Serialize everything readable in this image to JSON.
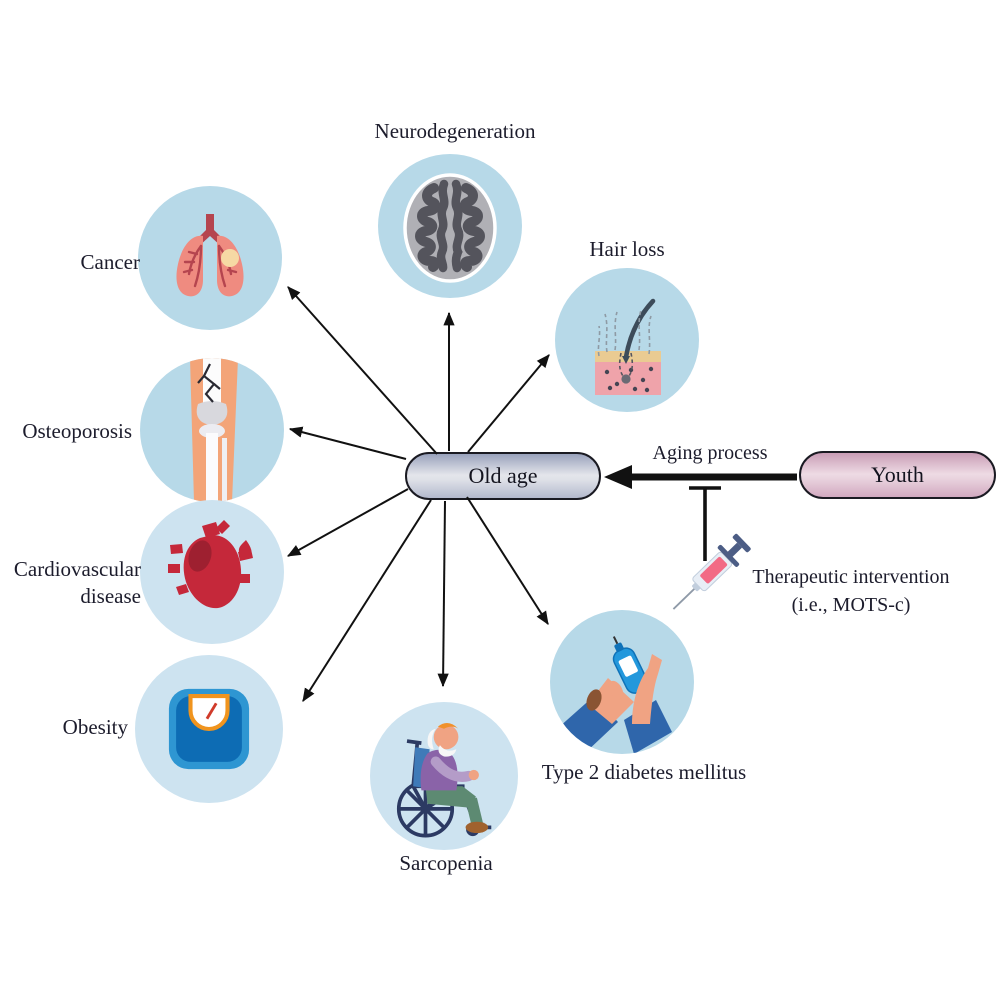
{
  "figure": {
    "type": "aging-concept-diagram",
    "center_node": {
      "label": "Old age"
    },
    "source_node": {
      "label": "Youth"
    },
    "process_label": "Aging process",
    "intervention": {
      "line1": "Therapeutic intervention",
      "line2": "(i.e., MOTS-c)"
    },
    "conditions": [
      {
        "label": "Cancer",
        "icon": "lungs-icon"
      },
      {
        "label": "Neurodegeneration",
        "icon": "brain-icon"
      },
      {
        "label": "Hair loss",
        "icon": "hair-follicle-icon"
      },
      {
        "label": "Osteoporosis",
        "icon": "knee-bone-icon"
      },
      {
        "label": "Cardiovascular disease",
        "icon": "heart-icon"
      },
      {
        "label": "Obesity",
        "icon": "weight-scale-icon"
      },
      {
        "label": "Sarcopenia",
        "icon": "wheelchair-elderly-icon"
      },
      {
        "label": "Type 2 diabetes mellitus",
        "icon": "glucose-meter-icon"
      }
    ],
    "colors": {
      "circle_bg": "#b7d9e8",
      "circle_bg_light": "#cde3f0",
      "old_age_gradient": [
        "#99a2bc",
        "#e4e5eb",
        "#b3b9cd"
      ],
      "youth_gradient": [
        "#c99db6",
        "#eedbe4",
        "#d2a9c0"
      ],
      "arrow": "#111111",
      "text": "#1c1c2c",
      "syringe_barrel": "#f06f88",
      "syringe_plunger": "#4c5d85"
    }
  }
}
